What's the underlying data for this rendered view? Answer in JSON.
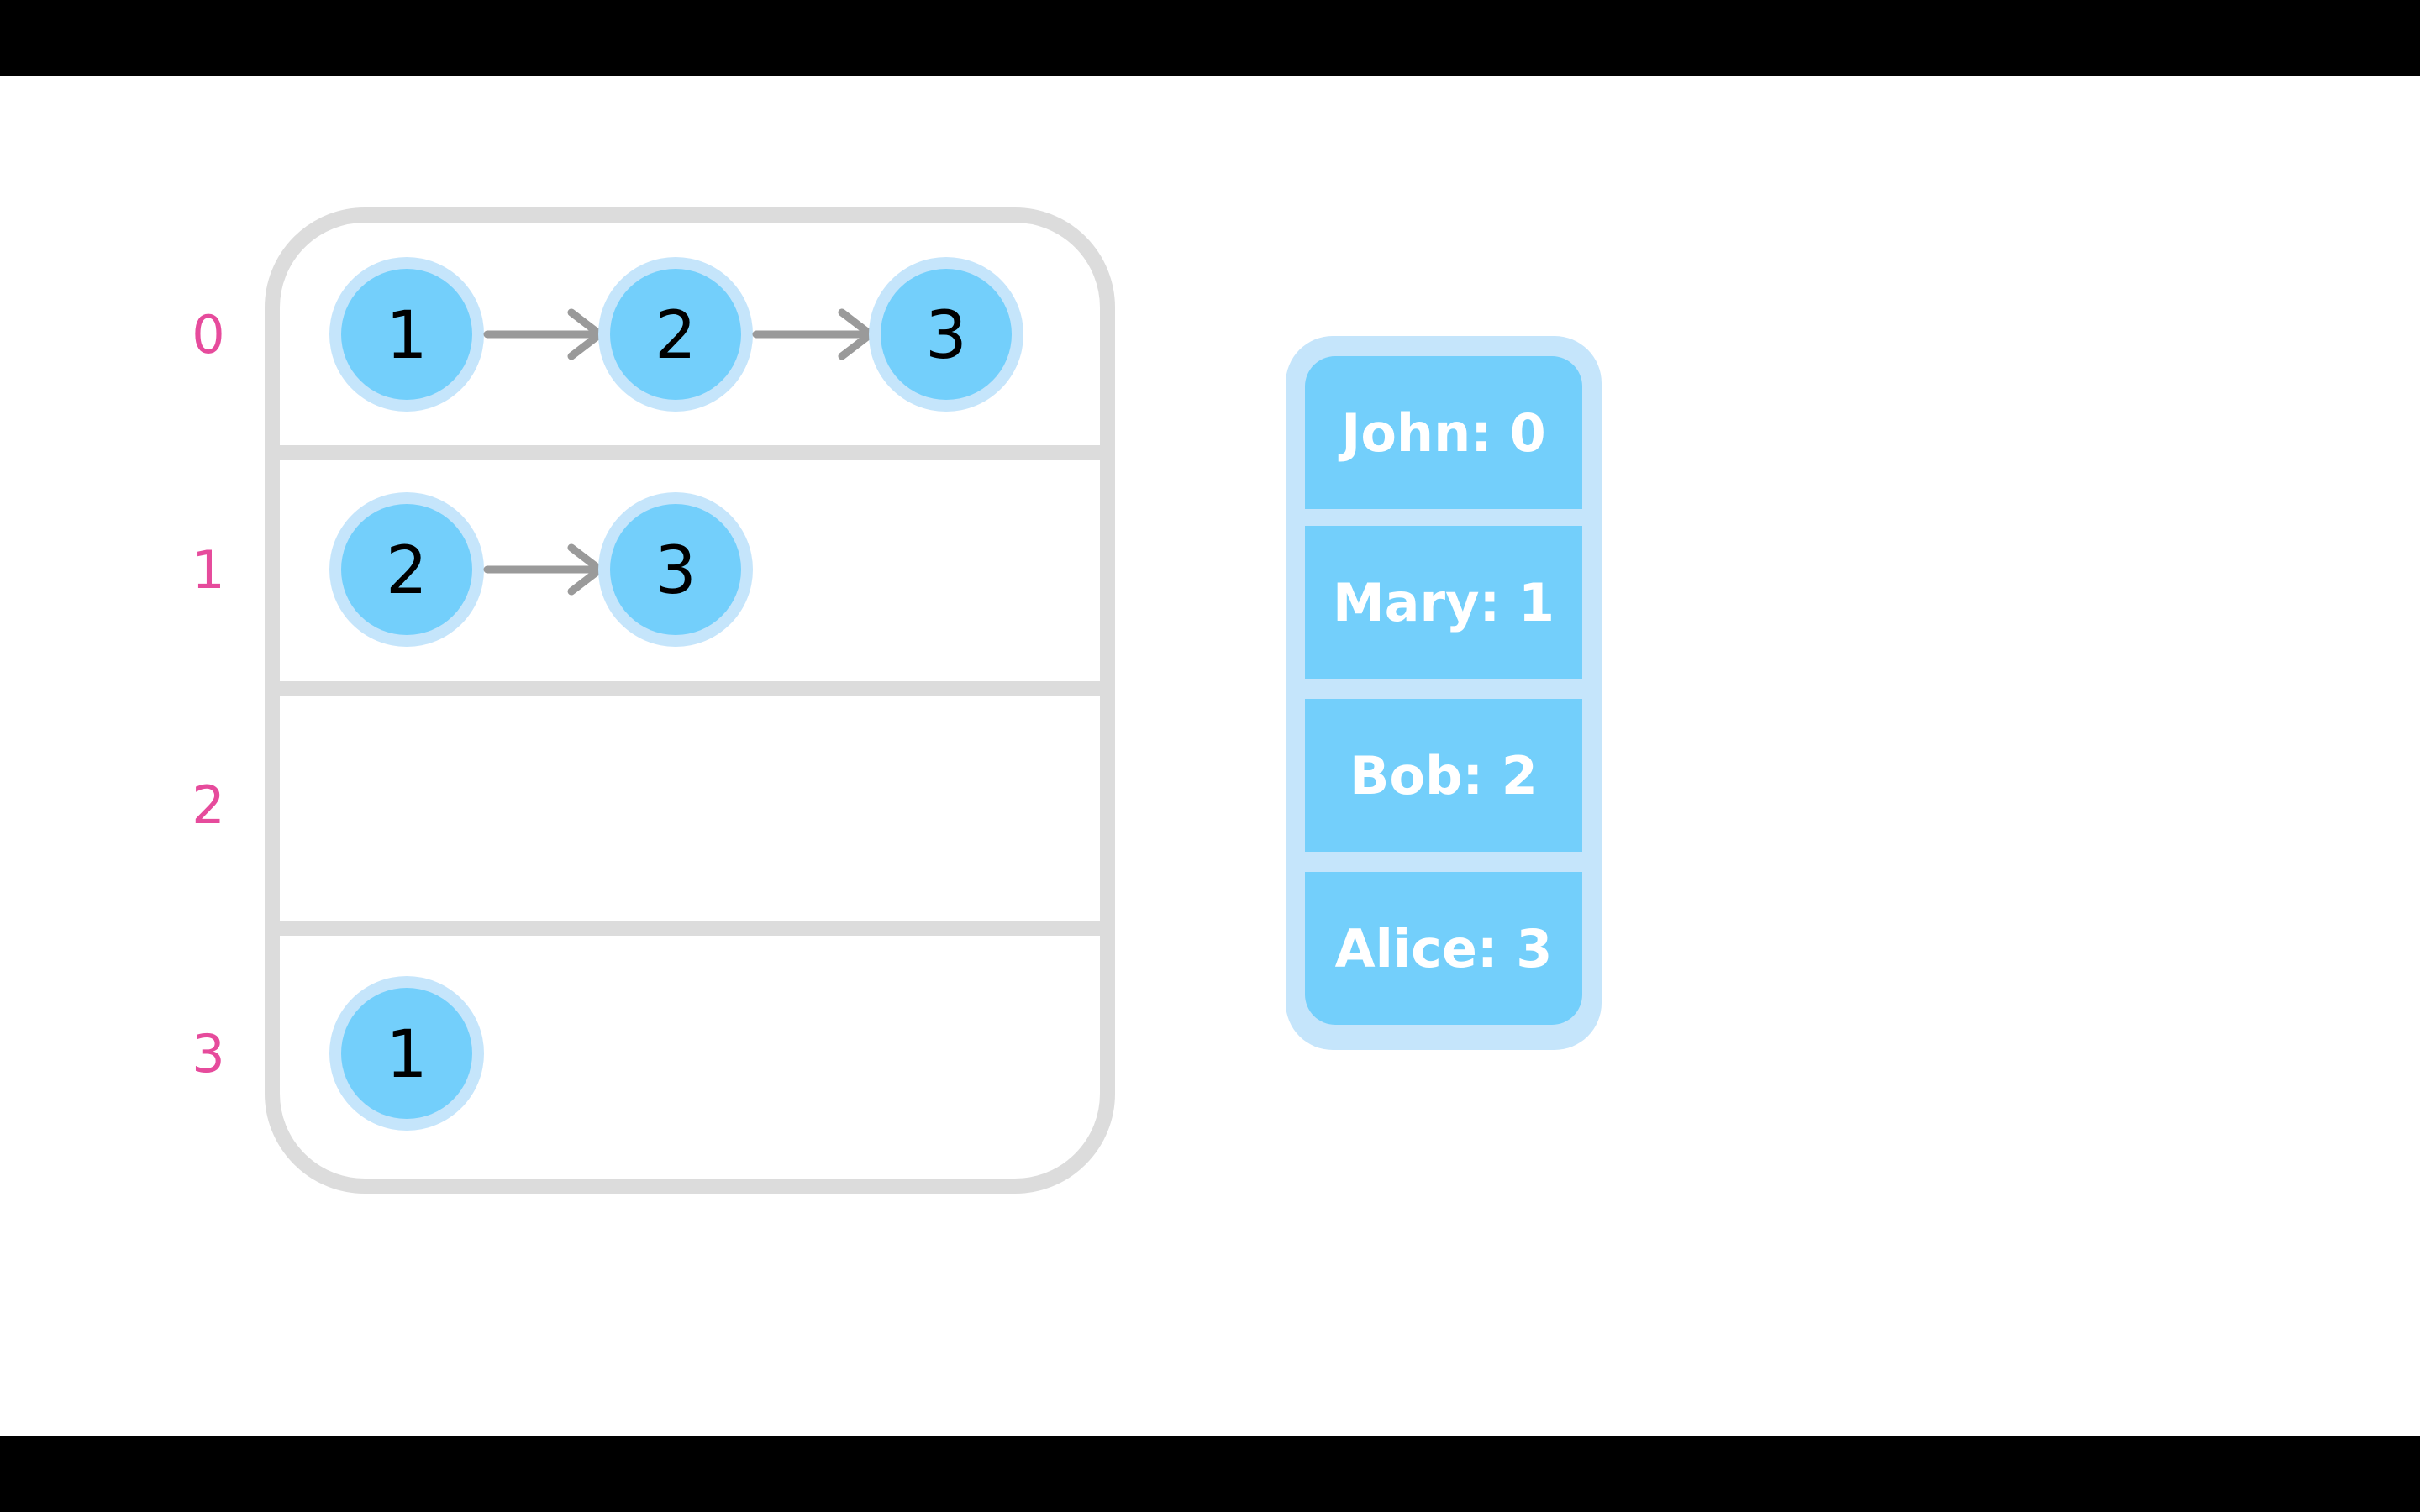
{
  "diagram": {
    "rows": [
      {
        "index": "0",
        "nodes": [
          "1",
          "2",
          "3"
        ]
      },
      {
        "index": "1",
        "nodes": [
          "2",
          "3"
        ]
      },
      {
        "index": "2",
        "nodes": []
      },
      {
        "index": "3",
        "nodes": [
          "1"
        ]
      }
    ],
    "map_entries": [
      "John: 0",
      "Mary: 1",
      "Bob: 2",
      "Alice: 3"
    ],
    "colors": {
      "index_label": "#e64b9c",
      "node_fill": "#73cffb",
      "node_ring": "#c5e5fb",
      "arrow": "#9a9a9a",
      "table_border": "#dcdcdc",
      "map_outer": "#c5e5fb",
      "map_cell": "#73cffb",
      "map_text": "#ffffff"
    }
  }
}
